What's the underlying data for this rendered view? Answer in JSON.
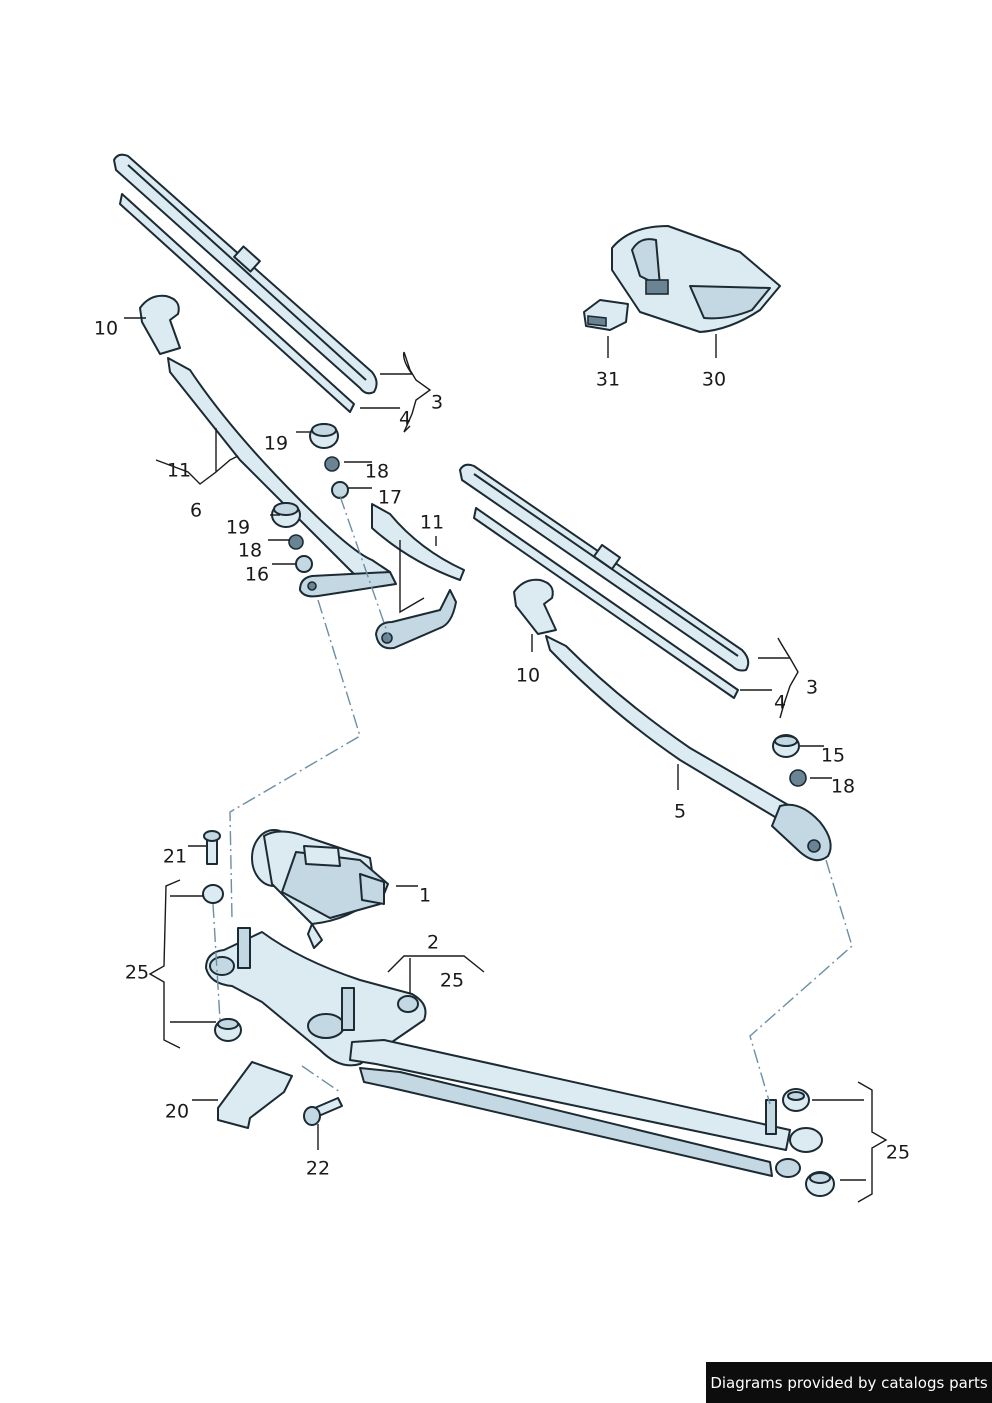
{
  "footer": {
    "text": "Diagrams provided by catalogs parts"
  },
  "callouts": {
    "c1": "1",
    "c2": "2",
    "c3a": "3",
    "c3b": "3",
    "c4a": "4",
    "c4b": "4",
    "c5": "5",
    "c6": "6",
    "c10a": "10",
    "c10b": "10",
    "c11a": "11",
    "c11b": "11",
    "c15": "15",
    "c16": "16",
    "c17": "17",
    "c18a": "18",
    "c18b": "18",
    "c18c": "18",
    "c19a": "19",
    "c19b": "19",
    "c20": "20",
    "c21": "21",
    "c22": "22",
    "c25a": "25",
    "c25b": "25",
    "c25c": "25",
    "c30": "30",
    "c31": "31"
  },
  "colors": {
    "part_fill": "#dcebf1",
    "part_shade": "#c3d8e2",
    "outline": "#1b2a33",
    "leader": "#1a1a1a",
    "dash": "#6d8fa3",
    "footer_bg": "#0d0d0d"
  }
}
